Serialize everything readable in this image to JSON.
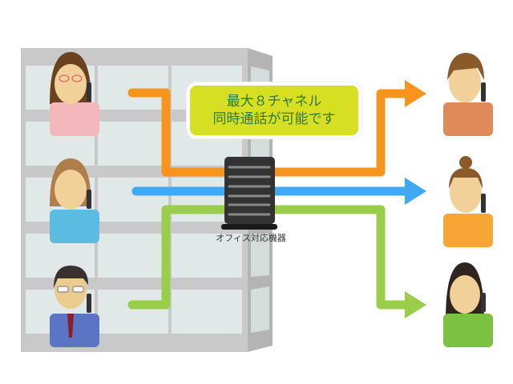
{
  "callout": {
    "line1": "最大８チャネル",
    "line2": "同時通話が可能です"
  },
  "device": {
    "label": "オフィス対応機器"
  },
  "colors": {
    "line_orange": "#f7941d",
    "line_blue": "#3fa9f5",
    "line_green": "#9acd4a",
    "callout_bg": "#d7df23",
    "callout_text": "#2f7a35"
  },
  "callers": [
    "woman-glasses-pink",
    "woman-blue",
    "man-suit"
  ],
  "receivers": [
    "woman-orange-brown",
    "woman-orange-bun",
    "woman-green"
  ]
}
